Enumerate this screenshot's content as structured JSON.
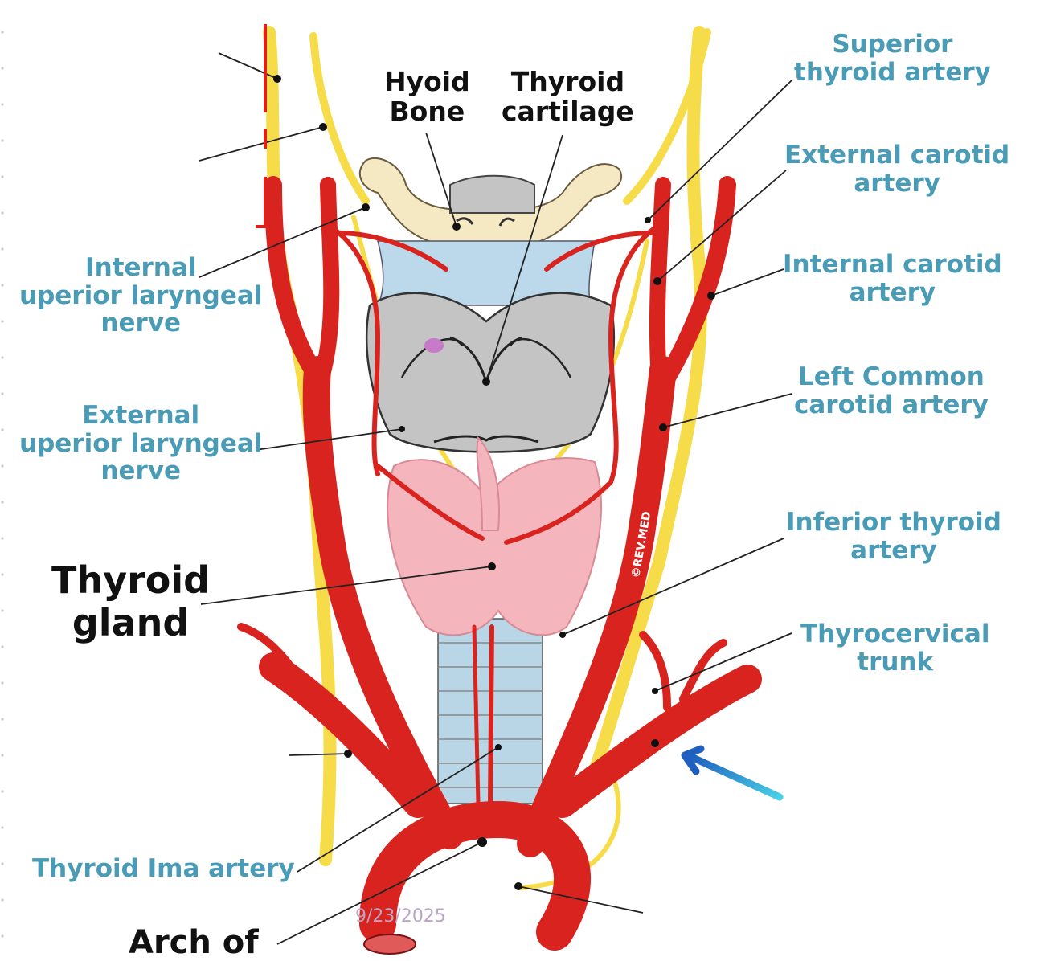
{
  "labels": {
    "hyoid_bone": [
      "Hyoid",
      "Bone"
    ],
    "thyroid_cartilage": [
      "Thyroid",
      "cartilage"
    ],
    "superior_thyroid_artery": [
      "Superior",
      "thyroid artery"
    ],
    "external_carotid_artery": [
      "External carotid",
      "artery"
    ],
    "internal_carotid_artery": [
      "Internal carotid",
      "artery"
    ],
    "left_common_carotid_artery": [
      "Left Common",
      "carotid artery"
    ],
    "inferior_thyroid_artery": [
      "Inferior thyroid",
      "artery"
    ],
    "thyrocervical_trunk": [
      "Thyrocervical",
      "trunk"
    ],
    "internal_superior_laryngeal_nerve": [
      "Internal",
      "uperior laryngeal",
      "nerve"
    ],
    "external_superior_laryngeal_nerve": [
      "External",
      "uperior laryngeal",
      "nerve"
    ],
    "thyroid_gland": [
      "Thyroid",
      "gland"
    ],
    "thyroid_ima_artery": "Thyroid Ima artery",
    "arch_of": "Arch of"
  },
  "watermark": "©REV.MED",
  "date": "9/23/2025",
  "colors": {
    "artery": "#d9231f",
    "artery_dark": "#a5140f",
    "nerve": "#f7dc4a",
    "cartilage": "#c4c4c4",
    "hyoid": "#f5e9c3",
    "membrane": "#bcd9ec",
    "thyroid": "#f5b5bd",
    "trachea": "#b9d6e7",
    "label_blue": "#4a9bb5",
    "arrow_blue": "#1f6cc1",
    "arrow_cyan": "#48d0e6",
    "marker_red": "#e0201c"
  }
}
